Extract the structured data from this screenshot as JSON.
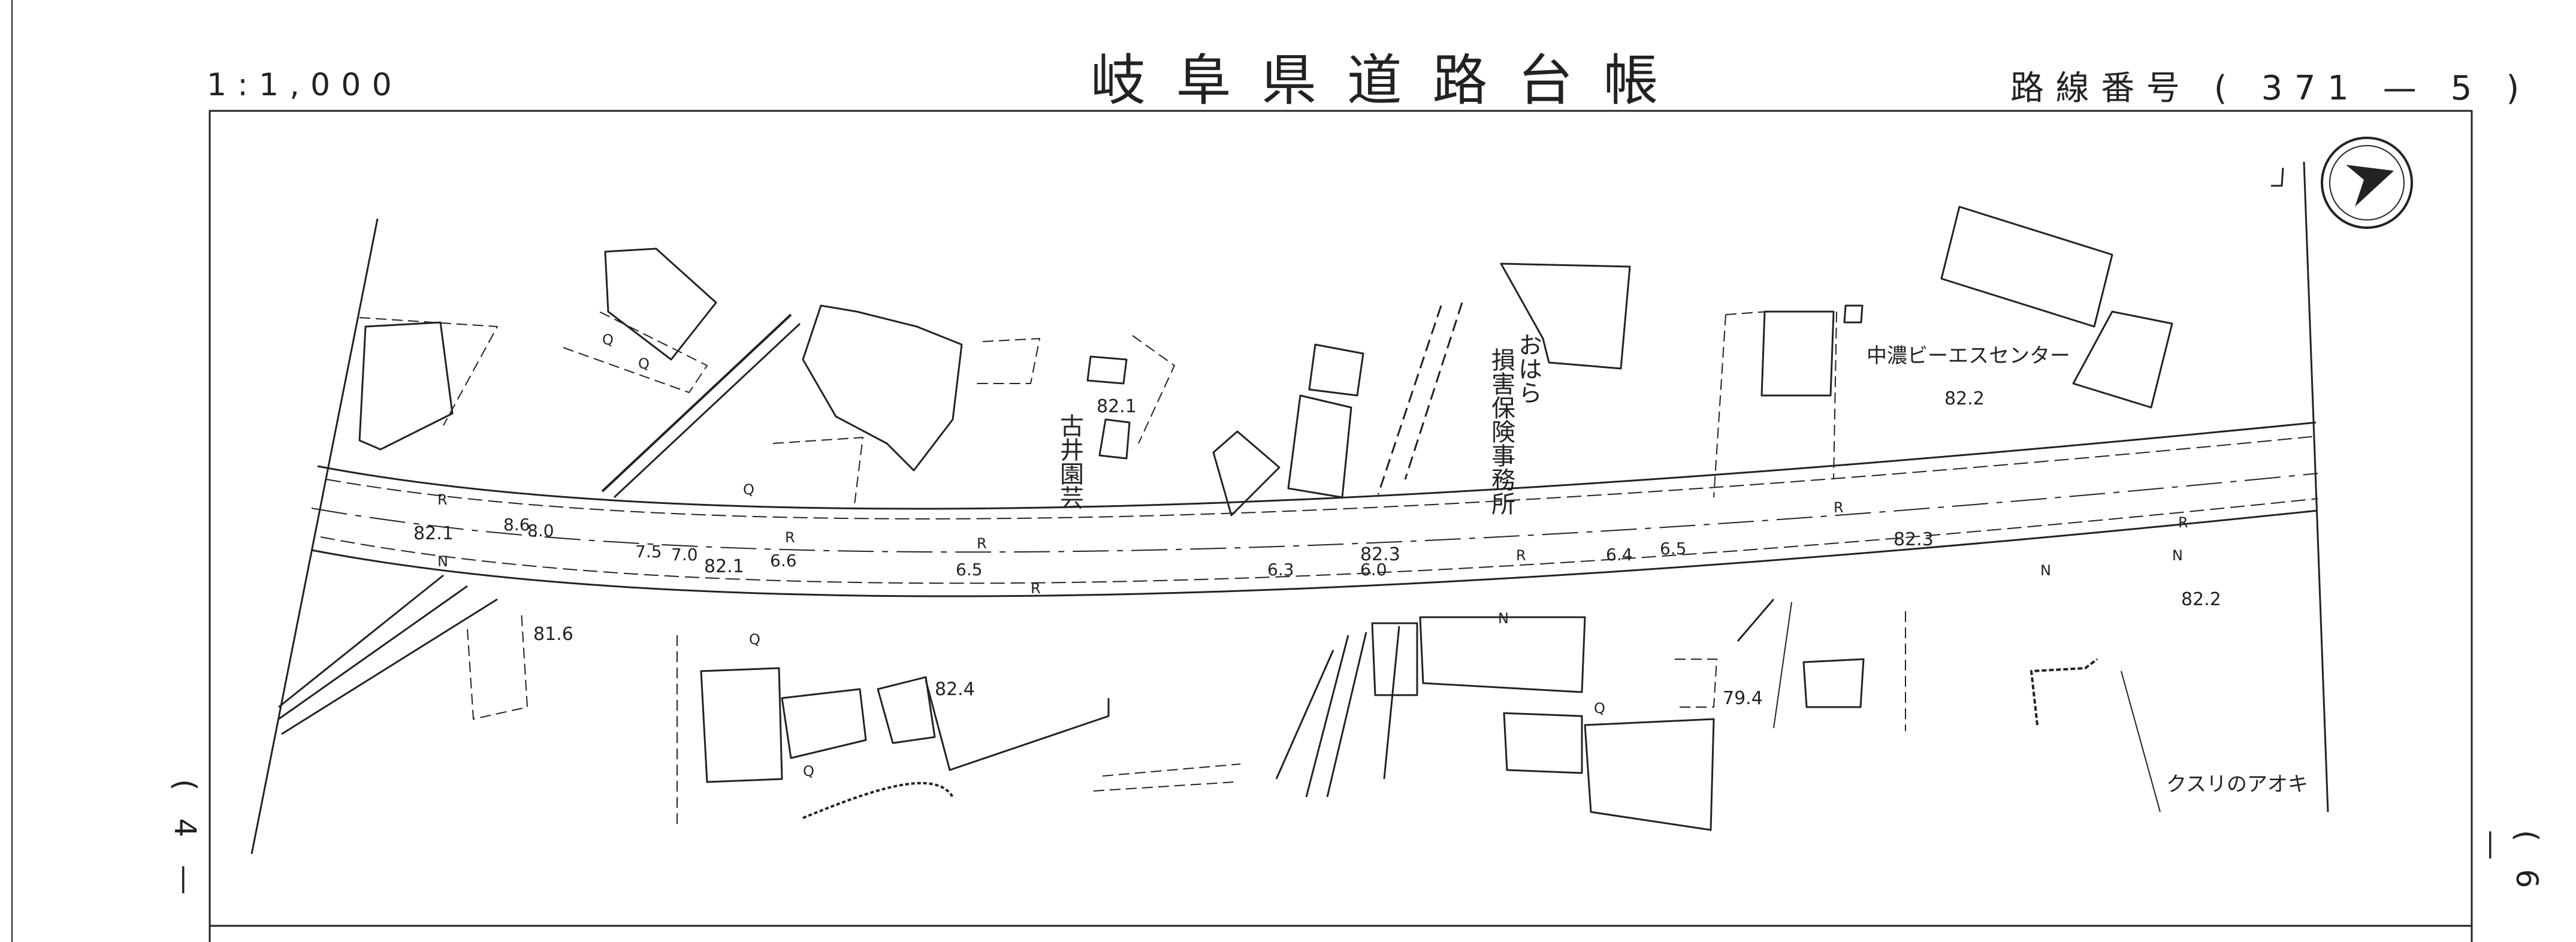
{
  "header": {
    "scale": "1:1,000",
    "title": "岐阜県道路台帳",
    "route_label": "路線番号 ( 371 — 5 )"
  },
  "edge": {
    "left_sheet": "( 4 —",
    "right_sheet": "( 6 —"
  },
  "buildings": {
    "furui_engei": "古井園芸",
    "ohara": "おはら",
    "hoken_jimusho": "損害保険事務所",
    "chuno_bs": "中濃ビーエスセンター",
    "kusuri_aoki": "クスリのアオキ"
  },
  "elevations": [
    "82.1",
    "82.1",
    "81.6",
    "82.4",
    "82.1",
    "82.3",
    "82.3",
    "82.2",
    "82.2",
    "79.4"
  ],
  "widths": [
    "8.6",
    "8.0",
    "7.5",
    "7.0",
    "6.6",
    "6.5",
    "6.3",
    "6.0",
    "6.4",
    "6.5"
  ],
  "road_marks": {
    "r": "R",
    "n": "N",
    "q": "Q"
  },
  "compass": "north-arrow-icon",
  "colors": {
    "ink": "#222222",
    "paper": "#ffffff"
  }
}
